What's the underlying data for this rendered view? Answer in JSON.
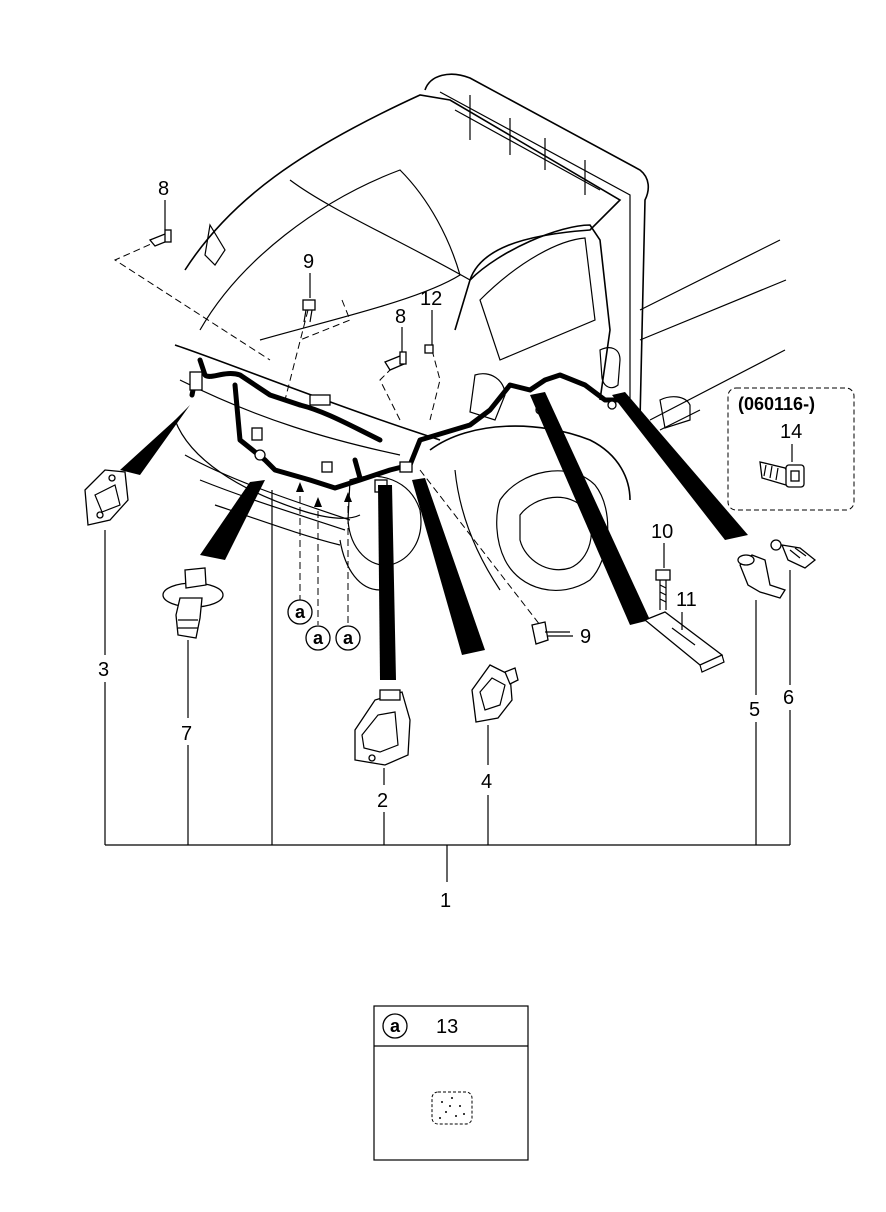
{
  "callouts": {
    "n1": "1",
    "n2": "2",
    "n3": "3",
    "n4": "4",
    "n5": "5",
    "n6": "6",
    "n7": "7",
    "n8a": "8",
    "n8b": "8",
    "n9a": "9",
    "n9b": "9",
    "n10": "10",
    "n11": "11",
    "n12": "12",
    "n14": "14"
  },
  "markers": {
    "a1": "a",
    "a2": "a",
    "a3": "a"
  },
  "variant_box": {
    "code": "(060116-)"
  },
  "legend_box": {
    "marker": "a",
    "part": "13"
  }
}
